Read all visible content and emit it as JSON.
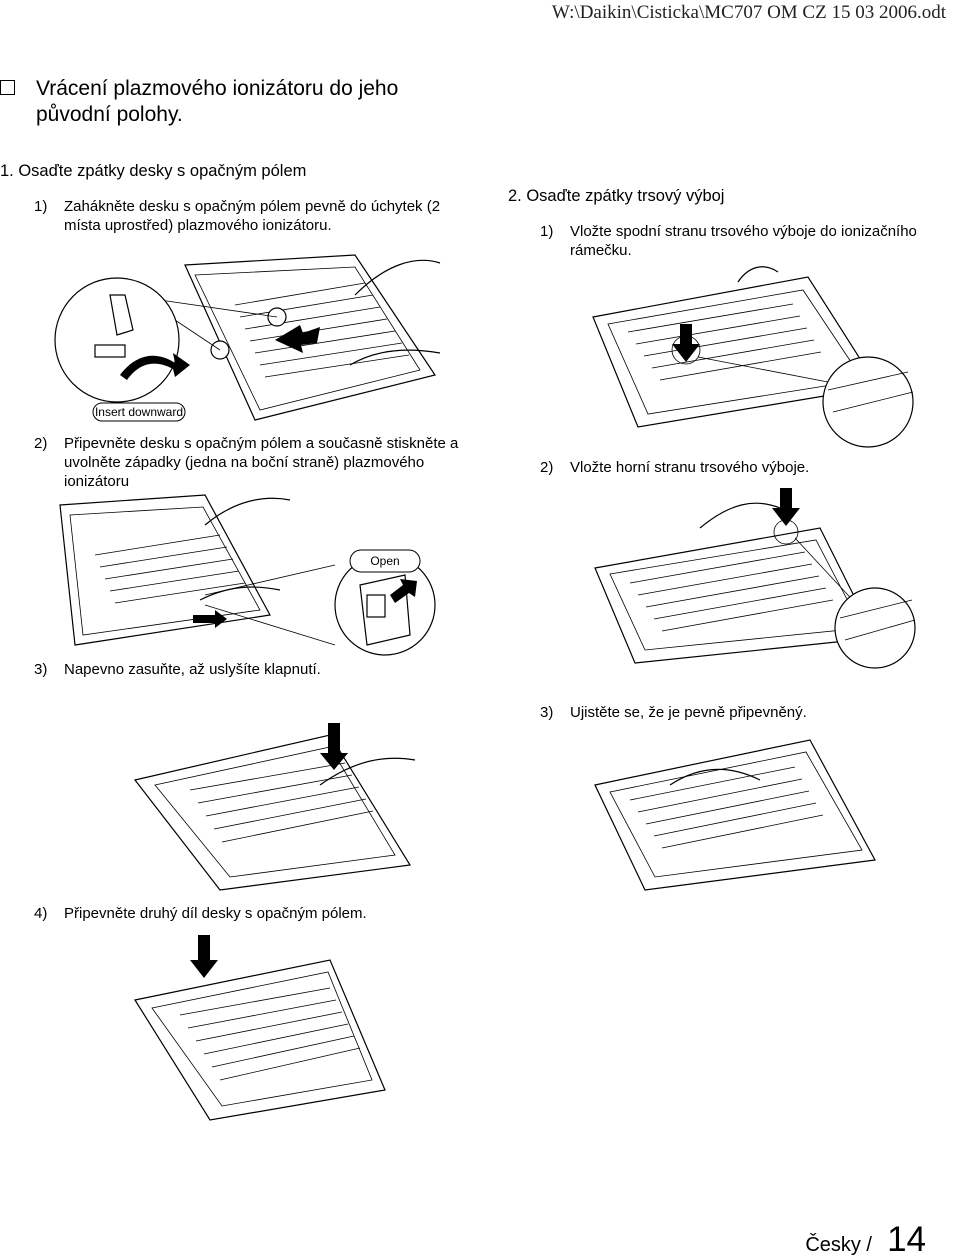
{
  "header": {
    "path": "W:\\Daikin\\Cisticka\\MC707 OM CZ 15 03 2006.odt"
  },
  "title": {
    "line1": "Vrácení plazmového ionizátoru do jeho",
    "line2": "původní polohy."
  },
  "section1": {
    "title": "1. Osaďte zpátky desky s opačným pólem",
    "steps": [
      {
        "num": "1)",
        "line1": "Zahákněte desku s opačným pólem pevně do  úchytek (2",
        "line2": "místa uprostřed) plazmového ionizátoru."
      },
      {
        "num": "2)",
        "line1": "Připevněte desku s opačným pólem a současně stiskněte a",
        "line2": "uvolněte západky (jedna na boční straně) plazmového",
        "line3": "ionizátoru"
      },
      {
        "num": "3)",
        "line1": "Napevno zasuňte, až uslyšíte klapnutí."
      },
      {
        "num": "4)",
        "line1": "Připevněte druhý díl desky s opačným pólem."
      }
    ],
    "callouts": {
      "insert": "Insert downward",
      "open": "Open"
    }
  },
  "section2": {
    "title": "2. Osaďte zpátky trsový výboj",
    "steps": [
      {
        "num": "1)",
        "line1": "Vložte spodní stranu trsového výboje do ionizačního",
        "line2": "rámečku."
      },
      {
        "num": "2)",
        "line1": "Vložte horní stranu trsového výboje."
      },
      {
        "num": "3)",
        "line1": "Ujistěte se, že je pevně připevněný."
      }
    ]
  },
  "footer": {
    "lang": "Česky /",
    "page": "14"
  }
}
